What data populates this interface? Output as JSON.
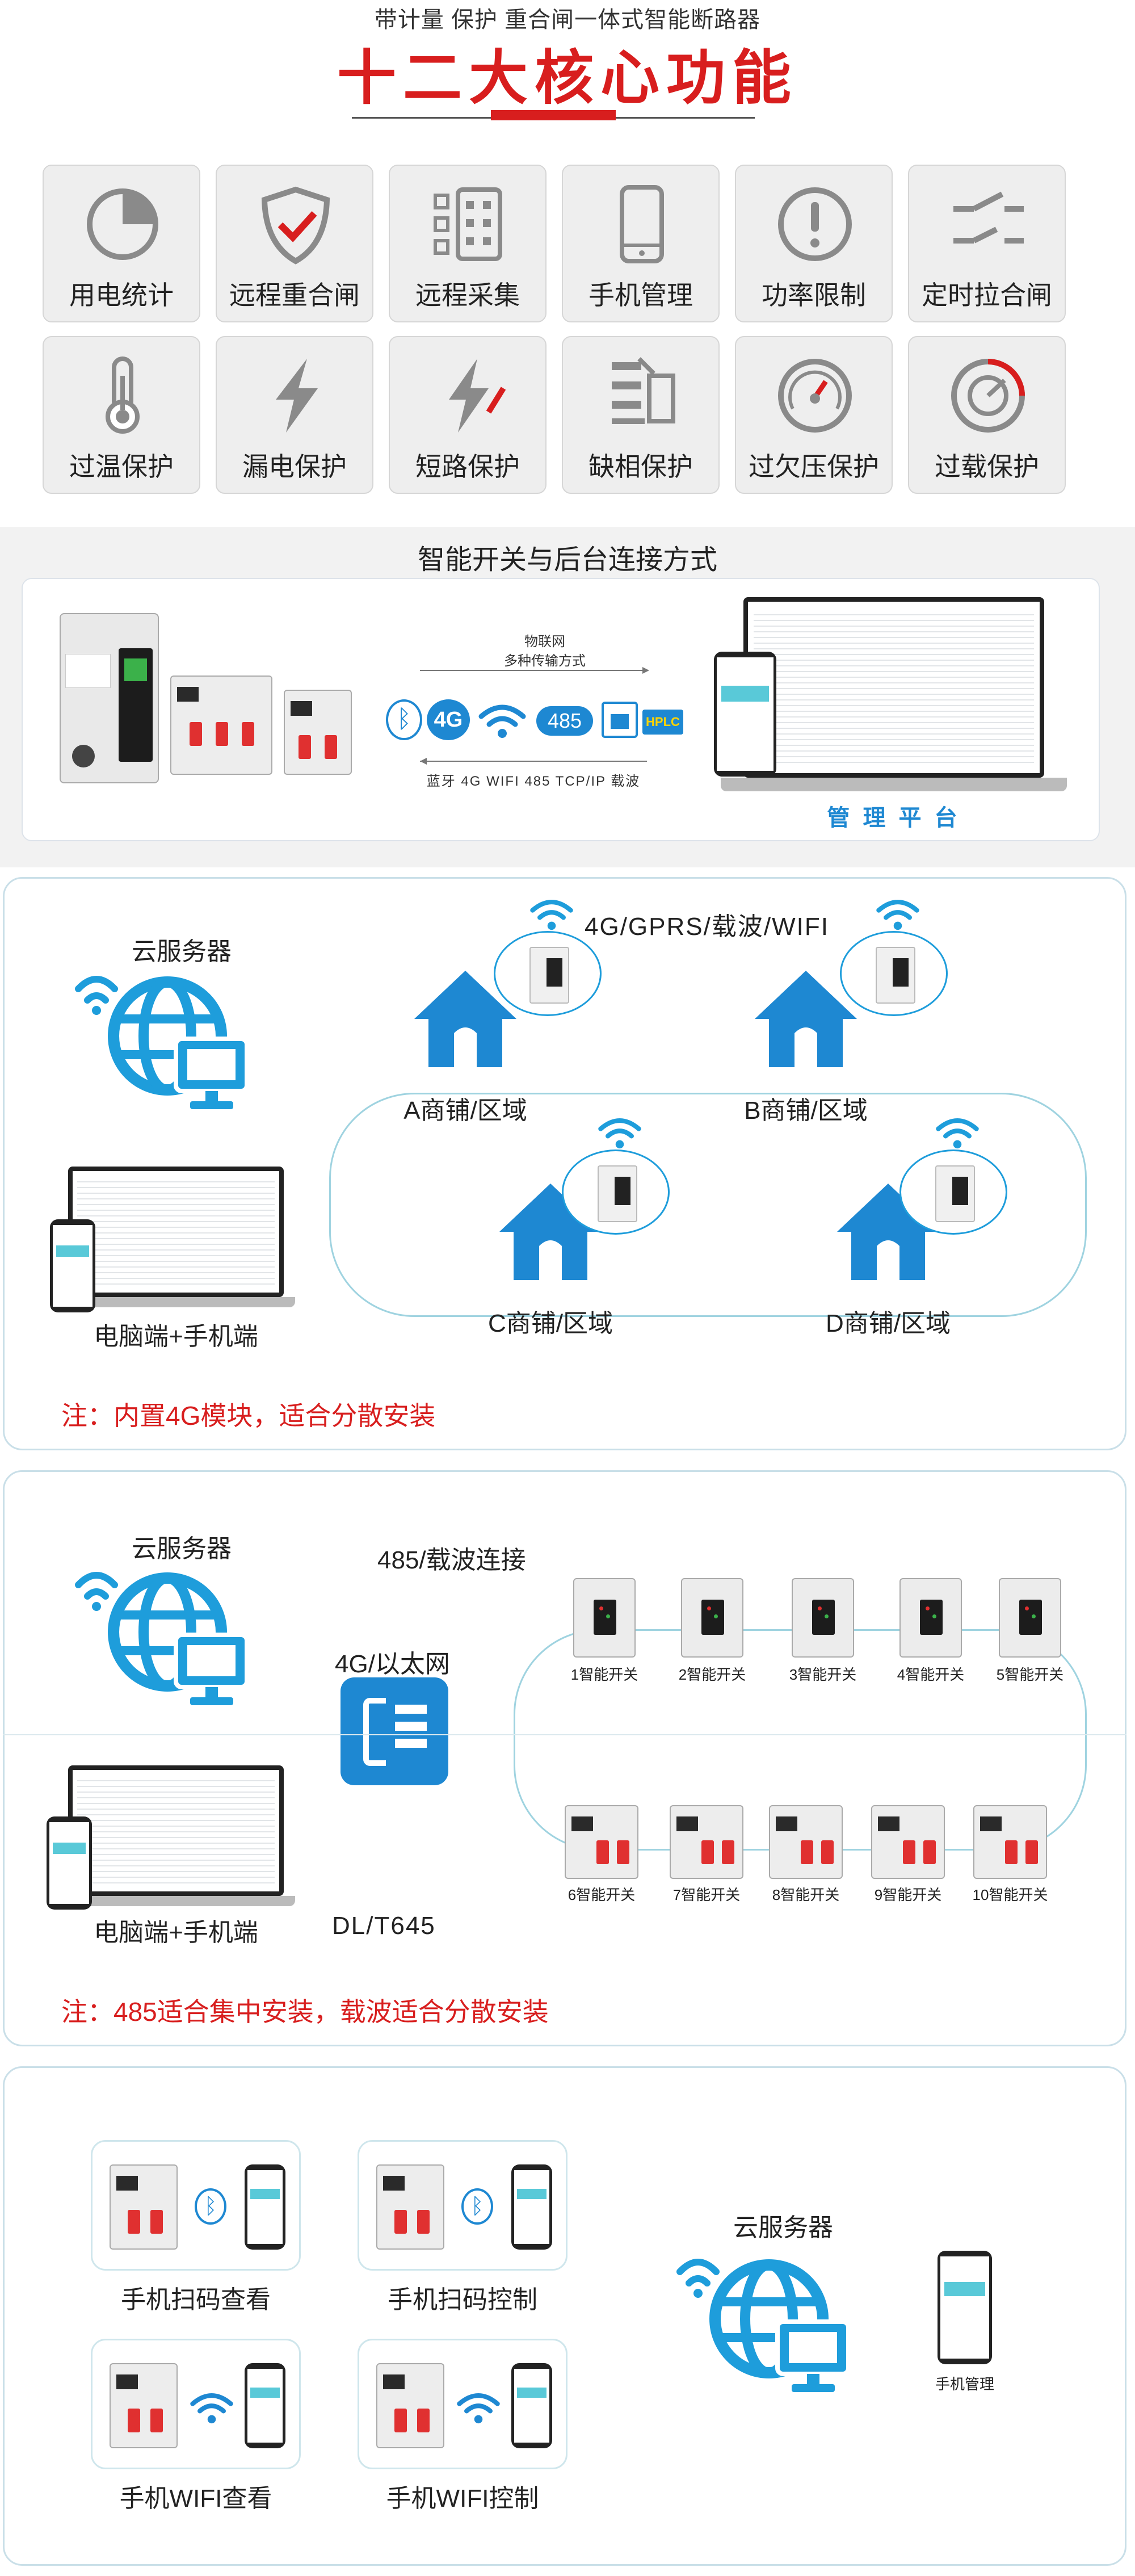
{
  "header": {
    "subtitle": "带计量 保护 重合闸一体式智能断路器",
    "title": "十二大核心功能",
    "accent": "#d81e1e"
  },
  "features": [
    {
      "label": "用电统计",
      "icon": "pie-chart-icon"
    },
    {
      "label": "远程重合闸",
      "icon": "shield-check-icon"
    },
    {
      "label": "远程采集",
      "icon": "data-collection-icon"
    },
    {
      "label": "手机管理",
      "icon": "phone-icon"
    },
    {
      "label": "功率限制",
      "icon": "exclamation-icon"
    },
    {
      "label": "定时拉合闸",
      "icon": "switch-icon"
    },
    {
      "label": "过温保护",
      "icon": "thermometer-icon"
    },
    {
      "label": "漏电保护",
      "icon": "lightning-icon"
    },
    {
      "label": "短路保护",
      "icon": "short-circuit-icon"
    },
    {
      "label": "缺相保护",
      "icon": "phase-icon"
    },
    {
      "label": "过欠压保护",
      "icon": "gauge-icon"
    },
    {
      "label": "过载保护",
      "icon": "overload-gauge-icon"
    }
  ],
  "connection": {
    "title": "智能开关与后台连接方式",
    "iot_label": "物联网",
    "transfer_label": "多种传输方式",
    "protocols": [
      "4G",
      "485",
      "HPLC"
    ],
    "protocol_line": "蓝牙 4G WIFI 485 TCP/IP 载波",
    "platform_label": "管 理 平 台"
  },
  "section_4g": {
    "cloud_label": "云服务器",
    "network_label": "4G/GPRS/载波/WIFI",
    "areas": [
      "A商铺/区域",
      "B商铺/区域",
      "C商铺/区域",
      "D商铺/区域"
    ],
    "terminal_label": "电脑端+手机端",
    "note": "注：内置4G模块，适合分散安装"
  },
  "section_485": {
    "cloud_label": "云服务器",
    "bus_label": "485/载波连接",
    "net_label": "4G/以太网",
    "protocol_label": "DL/T645",
    "terminal_label": "电脑端+手机端",
    "switches_top": [
      "1智能开关",
      "2智能开关",
      "3智能开关",
      "4智能开关",
      "5智能开关"
    ],
    "switches_bottom": [
      "6智能开关",
      "7智能开关",
      "8智能开关",
      "9智能开关",
      "10智能开关"
    ],
    "note": "注：485适合集中安装，载波适合分散安装"
  },
  "section_phone": {
    "cards": [
      "手机扫码查看",
      "手机扫码控制",
      "手机WIFI查看",
      "手机WIFI控制"
    ],
    "cloud_label": "云服务器",
    "phone_label": "手机管理"
  },
  "colors": {
    "blue": "#1e9ddb",
    "red": "#d81e1e",
    "card": "#eeeeee"
  }
}
